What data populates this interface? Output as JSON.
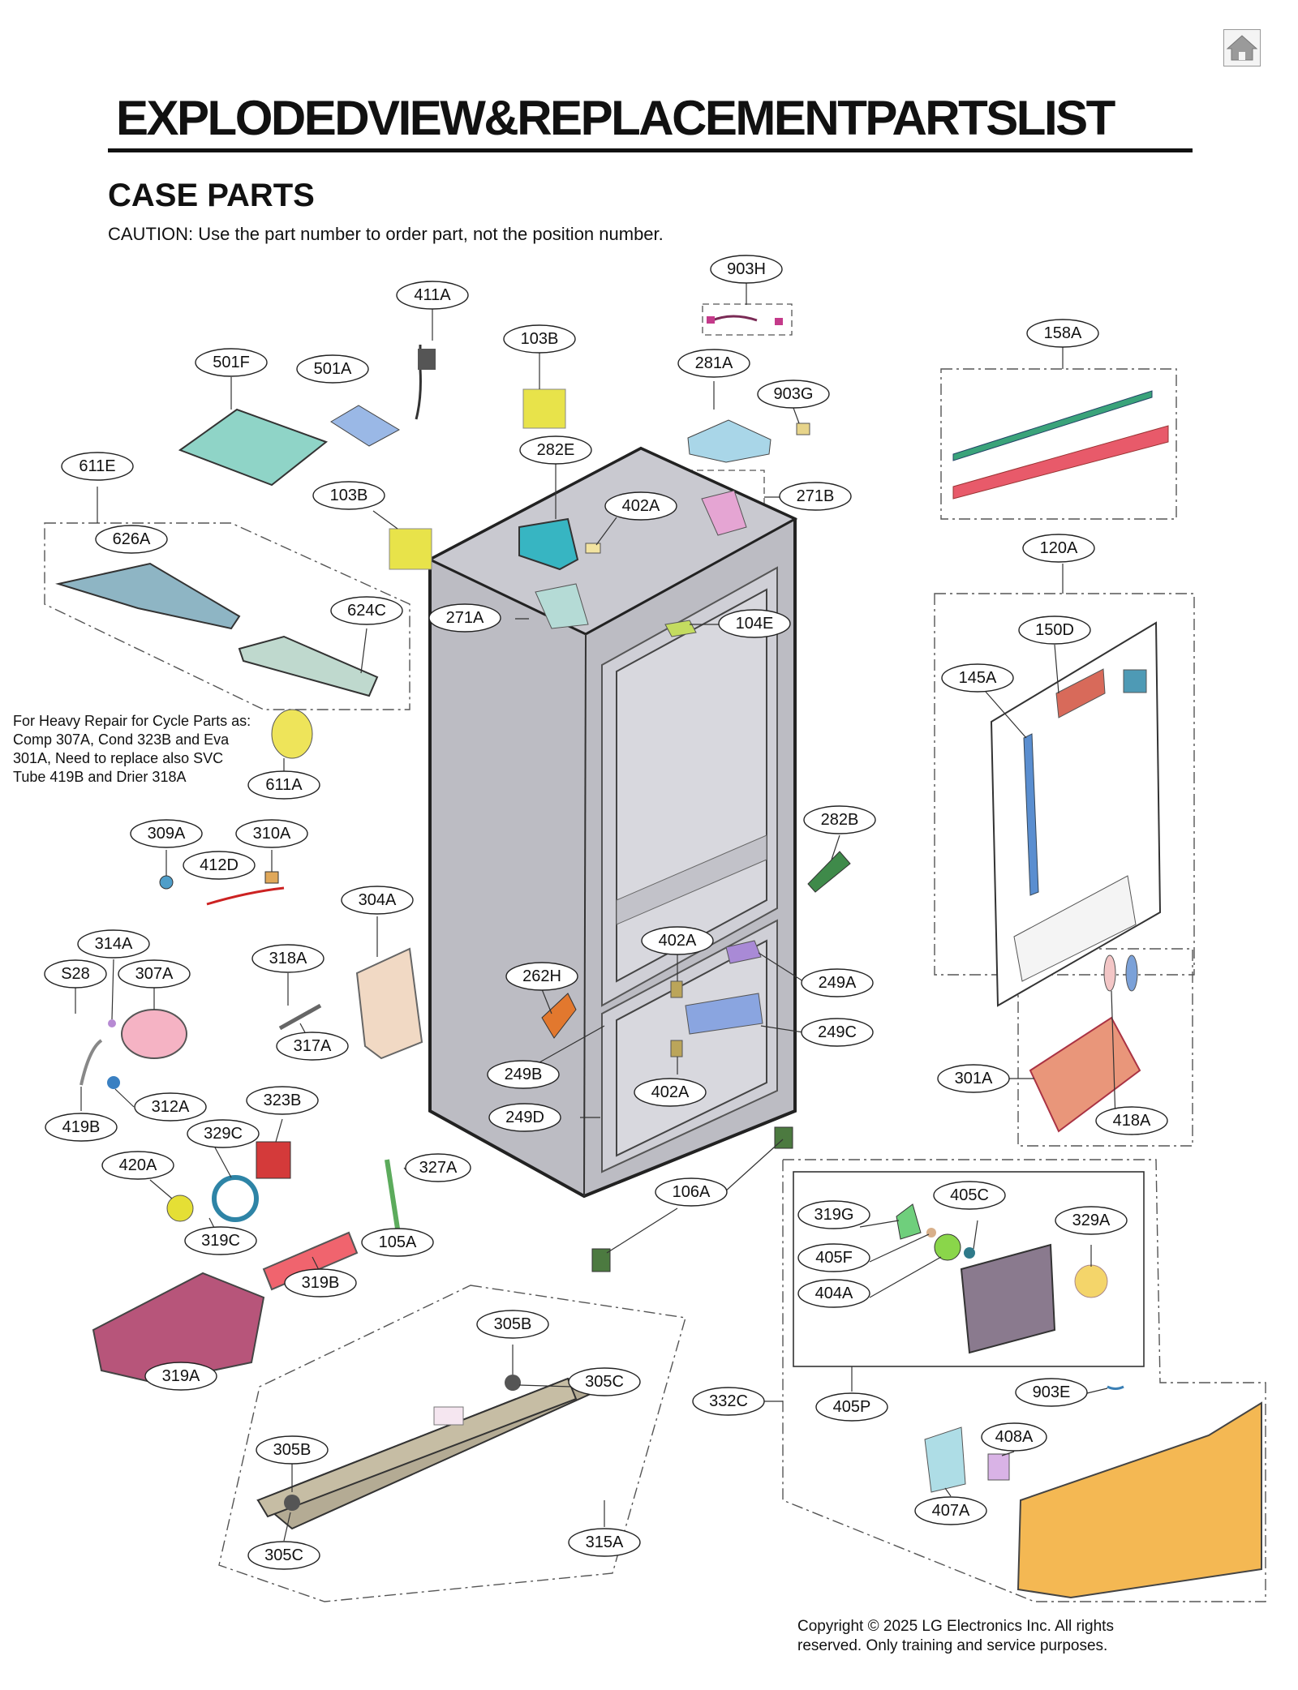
{
  "header": {
    "title": "EXPLODEDVIEW&REPLACEMENTPARTSLIST",
    "section": "CASE PARTS",
    "caution": "CAUTION: Use the part number to order part, not the position number.",
    "home_icon": "home-icon"
  },
  "note": "For Heavy Repair for Cycle Parts as: Comp 307A, Cond 323B and Eva 301A, Need to replace also SVC Tube 419B and Drier 318A",
  "copyright": "Copyright © 2025 LG Electronics Inc. All rights reserved. Only training and service purposes.",
  "callouts": [
    {
      "id": "903H",
      "label": "903H"
    },
    {
      "id": "411A",
      "label": "411A"
    },
    {
      "id": "103B-top",
      "label": "103B"
    },
    {
      "id": "158A",
      "label": "158A"
    },
    {
      "id": "501F",
      "label": "501F"
    },
    {
      "id": "501A",
      "label": "501A"
    },
    {
      "id": "281A",
      "label": "281A"
    },
    {
      "id": "903G",
      "label": "903G"
    },
    {
      "id": "611E",
      "label": "611E"
    },
    {
      "id": "282E",
      "label": "282E"
    },
    {
      "id": "103B-mid",
      "label": "103B"
    },
    {
      "id": "402A-top",
      "label": "402A"
    },
    {
      "id": "271B",
      "label": "271B"
    },
    {
      "id": "626A",
      "label": "626A"
    },
    {
      "id": "120A",
      "label": "120A"
    },
    {
      "id": "624C",
      "label": "624C"
    },
    {
      "id": "271A",
      "label": "271A"
    },
    {
      "id": "104E",
      "label": "104E"
    },
    {
      "id": "150D",
      "label": "150D"
    },
    {
      "id": "145A",
      "label": "145A"
    },
    {
      "id": "611A",
      "label": "611A"
    },
    {
      "id": "282B",
      "label": "282B"
    },
    {
      "id": "309A",
      "label": "309A"
    },
    {
      "id": "310A",
      "label": "310A"
    },
    {
      "id": "412D",
      "label": "412D"
    },
    {
      "id": "304A",
      "label": "304A"
    },
    {
      "id": "314A",
      "label": "314A"
    },
    {
      "id": "402A-mid",
      "label": "402A"
    },
    {
      "id": "S28",
      "label": "S28"
    },
    {
      "id": "307A",
      "label": "307A"
    },
    {
      "id": "318A",
      "label": "318A"
    },
    {
      "id": "262H",
      "label": "262H"
    },
    {
      "id": "249A",
      "label": "249A"
    },
    {
      "id": "249C",
      "label": "249C"
    },
    {
      "id": "317A",
      "label": "317A"
    },
    {
      "id": "249B",
      "label": "249B"
    },
    {
      "id": "301A",
      "label": "301A"
    },
    {
      "id": "402A-low",
      "label": "402A"
    },
    {
      "id": "312A",
      "label": "312A"
    },
    {
      "id": "323B",
      "label": "323B"
    },
    {
      "id": "249D",
      "label": "249D"
    },
    {
      "id": "418A",
      "label": "418A"
    },
    {
      "id": "419B",
      "label": "419B"
    },
    {
      "id": "329C",
      "label": "329C"
    },
    {
      "id": "420A",
      "label": "420A"
    },
    {
      "id": "327A",
      "label": "327A"
    },
    {
      "id": "106A",
      "label": "106A"
    },
    {
      "id": "405C",
      "label": "405C"
    },
    {
      "id": "319G",
      "label": "319G"
    },
    {
      "id": "329A",
      "label": "329A"
    },
    {
      "id": "319C",
      "label": "319C"
    },
    {
      "id": "105A",
      "label": "105A"
    },
    {
      "id": "405F",
      "label": "405F"
    },
    {
      "id": "319B",
      "label": "319B"
    },
    {
      "id": "404A",
      "label": "404A"
    },
    {
      "id": "305B-top",
      "label": "305B"
    },
    {
      "id": "319A",
      "label": "319A"
    },
    {
      "id": "305C-top",
      "label": "305C"
    },
    {
      "id": "903E",
      "label": "903E"
    },
    {
      "id": "332C",
      "label": "332C"
    },
    {
      "id": "405P",
      "label": "405P"
    },
    {
      "id": "408A",
      "label": "408A"
    },
    {
      "id": "305B-low",
      "label": "305B"
    },
    {
      "id": "407A",
      "label": "407A"
    },
    {
      "id": "315A",
      "label": "315A"
    },
    {
      "id": "305C-low",
      "label": "305C"
    }
  ]
}
